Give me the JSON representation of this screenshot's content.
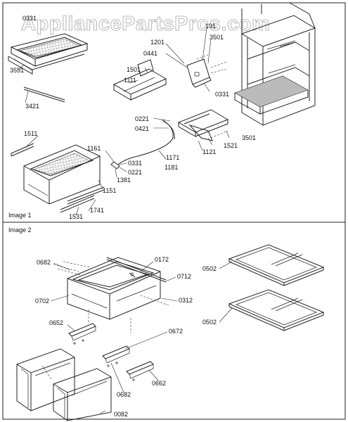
{
  "watermark": "AppliancePartsPros.com",
  "panels": [
    {
      "title": "Image 1"
    },
    {
      "title": "Image 2"
    }
  ],
  "callouts": {
    "p0331a": "0331",
    "p3551": "3551",
    "p3421": "3421",
    "p1201": "1201",
    "p0441": "0441",
    "p1501": "1501",
    "p1111": "1111",
    "p191": "191",
    "p3501a": "3501",
    "p0331b": "0331",
    "p0221a": "0221",
    "p0421": "0421",
    "p3501b": "3501",
    "p1521": "1521",
    "p1121": "1121",
    "p1511": "1511",
    "p1161": "1161",
    "p1171": "1171",
    "p1181": "1181",
    "p0331c": "0331",
    "p0221b": "0221",
    "p1381": "1381",
    "p1151": "1151",
    "p1741": "1741",
    "p1531": "1531",
    "p0682a": "0682",
    "p0172": "0172",
    "p0712": "0712",
    "p0702": "0702",
    "p0312": "0312",
    "p0652": "0652",
    "p0672": "0672",
    "p0662": "0662",
    "p0682b": "0682",
    "p0082": "0082",
    "p0502a": "0502",
    "p0502b": "0502"
  }
}
